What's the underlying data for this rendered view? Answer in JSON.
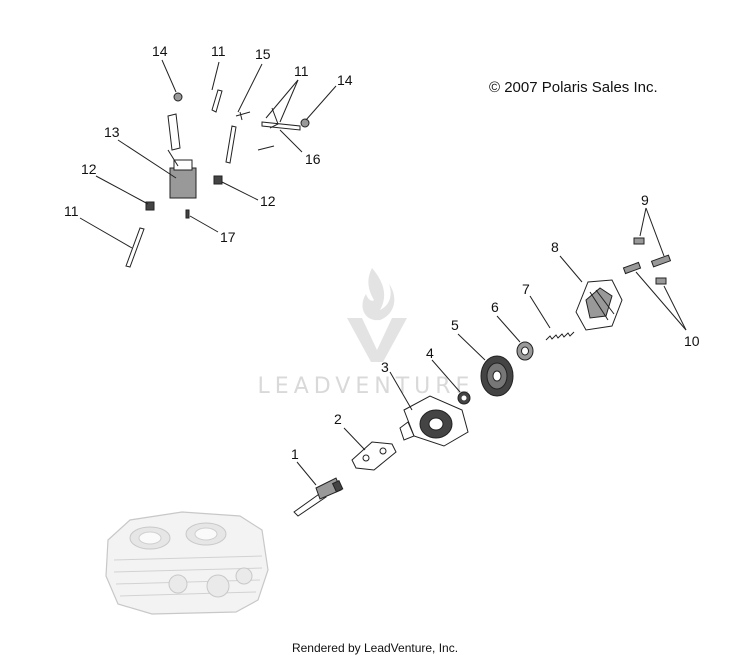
{
  "copyright": "© 2007 Polaris Sales Inc.",
  "footer": "Rendered by LeadVenture, Inc.",
  "watermark": {
    "text": "LEADVENTURE",
    "color": "#d9d9d9"
  },
  "callouts": {
    "c1": "1",
    "c2": "2",
    "c3": "3",
    "c4": "4",
    "c5": "5",
    "c6": "6",
    "c7": "7",
    "c8": "8",
    "c9": "9",
    "c10": "10",
    "c11a": "11",
    "c11b": "11",
    "c11c": "11",
    "c12a": "12",
    "c12b": "12",
    "c13": "13",
    "c14a": "14",
    "c14b": "14",
    "c15": "15",
    "c16": "16",
    "c17": "17"
  }
}
